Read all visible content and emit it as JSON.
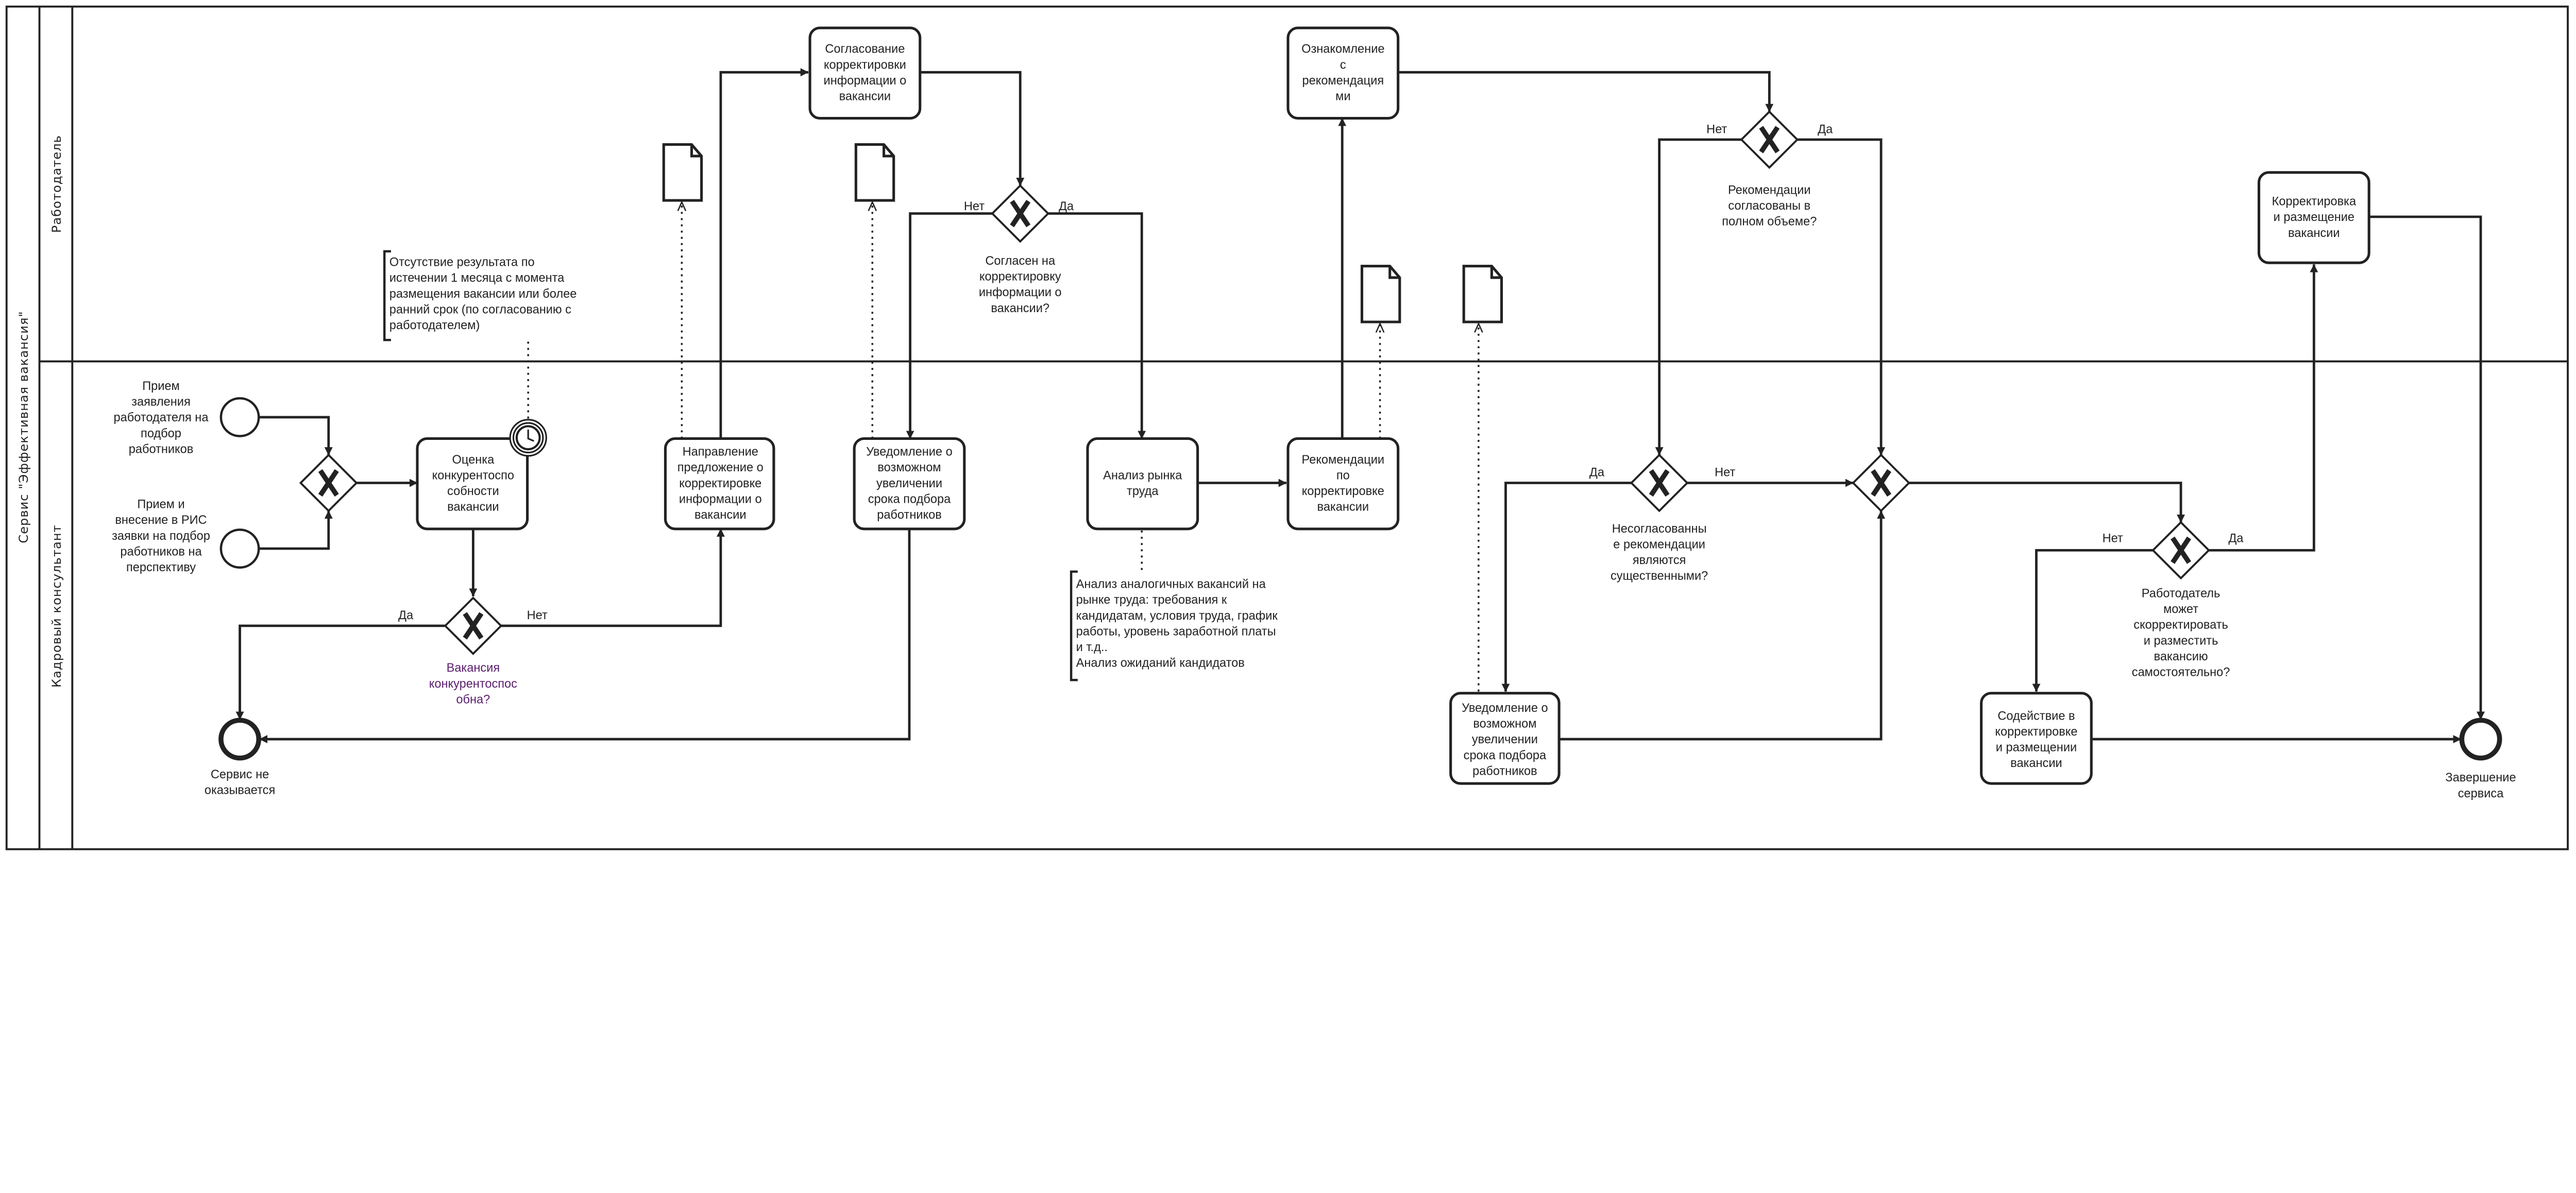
{
  "pool": {
    "title": "Сервис \"Эффективная вакансия\""
  },
  "lanes": {
    "employer": "Работодатель",
    "consultant": "Кадровый консультант"
  },
  "events": {
    "start_application": [
      "Прием",
      "заявления",
      "работодателя на",
      "подбор",
      "работников"
    ],
    "start_ris": [
      "Прием и",
      "внесение в РИС",
      "заявки на подбор",
      "работников на",
      "перспективу"
    ],
    "end_not_provided": [
      "Сервис не",
      "оказывается"
    ],
    "end_completed": [
      "Завершение",
      "сервиса"
    ]
  },
  "tasks": {
    "assess": [
      "Оценка",
      "конкурентоспо",
      "собности",
      "вакансии"
    ],
    "send_proposal": [
      "Направление",
      "предложение о",
      "корректировке",
      "информации о",
      "вакансии"
    ],
    "approve": [
      "Согласование",
      "корректировки",
      "информации о",
      "вакансии"
    ],
    "notify_1": [
      "Уведомление о",
      "возможном",
      "увеличении",
      "срока подбора",
      "работников"
    ],
    "analysis": [
      "Анализ рынка",
      "труда"
    ],
    "recommend": [
      "Рекомендации",
      "по",
      "корректировке",
      "вакансии"
    ],
    "review": [
      "Ознакомление",
      "с",
      "рекомендация",
      "ми"
    ],
    "notify_2": [
      "Уведомление о",
      "возможном",
      "увеличении",
      "срока подбора",
      "работников"
    ],
    "assist": [
      "Содействие в",
      "корректировке",
      "и размещении",
      "вакансии"
    ],
    "correct": [
      "Корректировка",
      "и размещение",
      "вакансии"
    ]
  },
  "gateways": {
    "competitive": [
      "Вакансия",
      "конкурентоспос",
      "обна?"
    ],
    "agree": [
      "Согласен на",
      "корректировку",
      "информации о",
      "вакансии?"
    ],
    "full": [
      "Рекомендации",
      "согласованы в",
      "полном объеме?"
    ],
    "significant": [
      "Несогласованны",
      "е рекомендации",
      "являются",
      "существенными?"
    ],
    "self": [
      "Работодатель",
      "может",
      "скорректировать",
      "и разместить",
      "вакансию",
      "самостоятельно?"
    ]
  },
  "flow_labels": {
    "yes": "Да",
    "no": "Нет"
  },
  "annotations": {
    "timer": [
      "Отсутствие результата по",
      "истечении 1 месяца с момента",
      "размещения вакансии или более",
      "ранний срок (по согласованию с",
      "работодателем)"
    ],
    "analysis": [
      "Анализ аналогичных вакансий на",
      "рынке труда: требования к",
      "кандидатам, условия труда, график",
      "работы, уровень заработной платы",
      "и т.д..",
      "Анализ ожиданий кандидатов"
    ]
  },
  "icons": {
    "gateway": "exclusive-gateway-x",
    "timer": "clock-icon",
    "data_object": "document-icon"
  },
  "colors": {
    "line": "#222222",
    "gateway_question": "#5b1f6e",
    "background": "#ffffff"
  }
}
